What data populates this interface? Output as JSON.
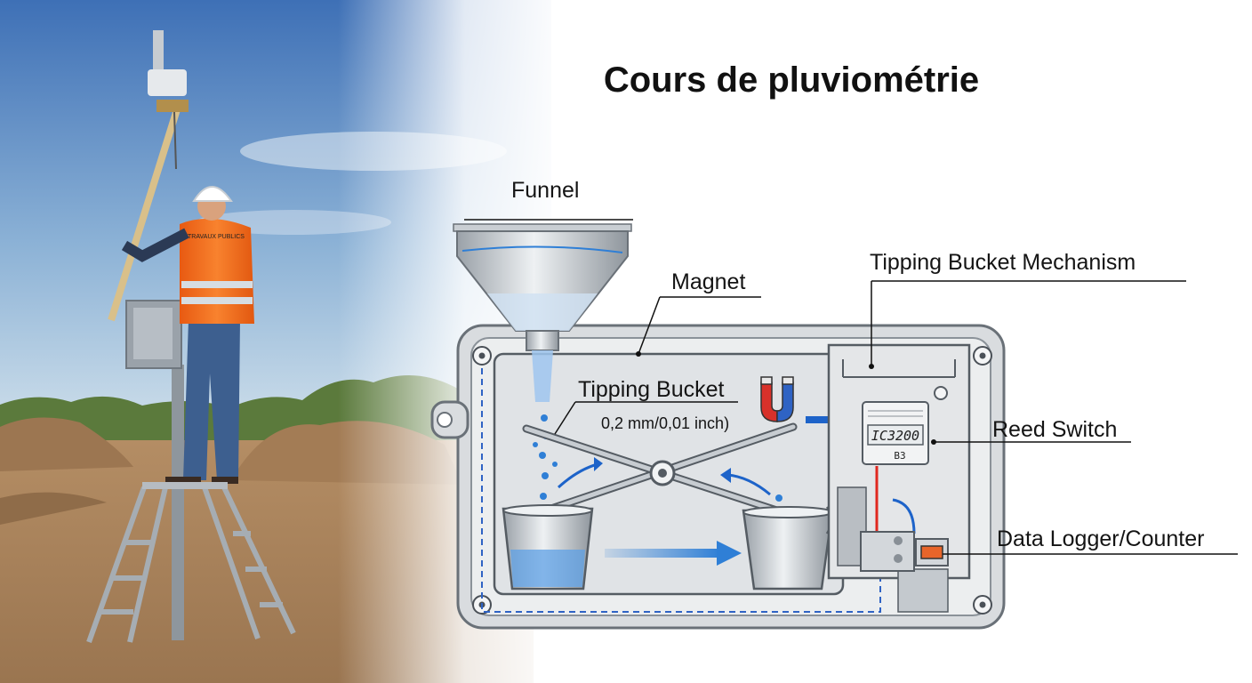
{
  "title": "Cours de pluviométrie",
  "labels": {
    "funnel": "Funnel",
    "magnet": "Magnet",
    "tipping_bucket_mechanism": "Tipping Bucket Mechanism",
    "tipping_bucket": "Tipping Bucket",
    "resolution": "0,2 mm/0,01 inch)",
    "reed_switch": "Reed Switch",
    "data_logger": "Data Logger/Counter"
  },
  "worker": {
    "vest_text": "TRAVAUX PUBLICS"
  },
  "logger_display": {
    "main_reading": "IC3200",
    "secondary_reading": "B3"
  },
  "colors": {
    "sky_top": "#3f73b8",
    "sky_bottom": "#c9dcea",
    "soil": "#a9835c",
    "vest_orange": "#f36a1c",
    "water_blue": "#2f7fd6",
    "enclosure_grey": "#d9dcdf",
    "magnet_red": "#d8312a",
    "magnet_blue": "#2f63c4",
    "wire_red": "#e0281f",
    "wire_blue": "#1d63c9"
  }
}
